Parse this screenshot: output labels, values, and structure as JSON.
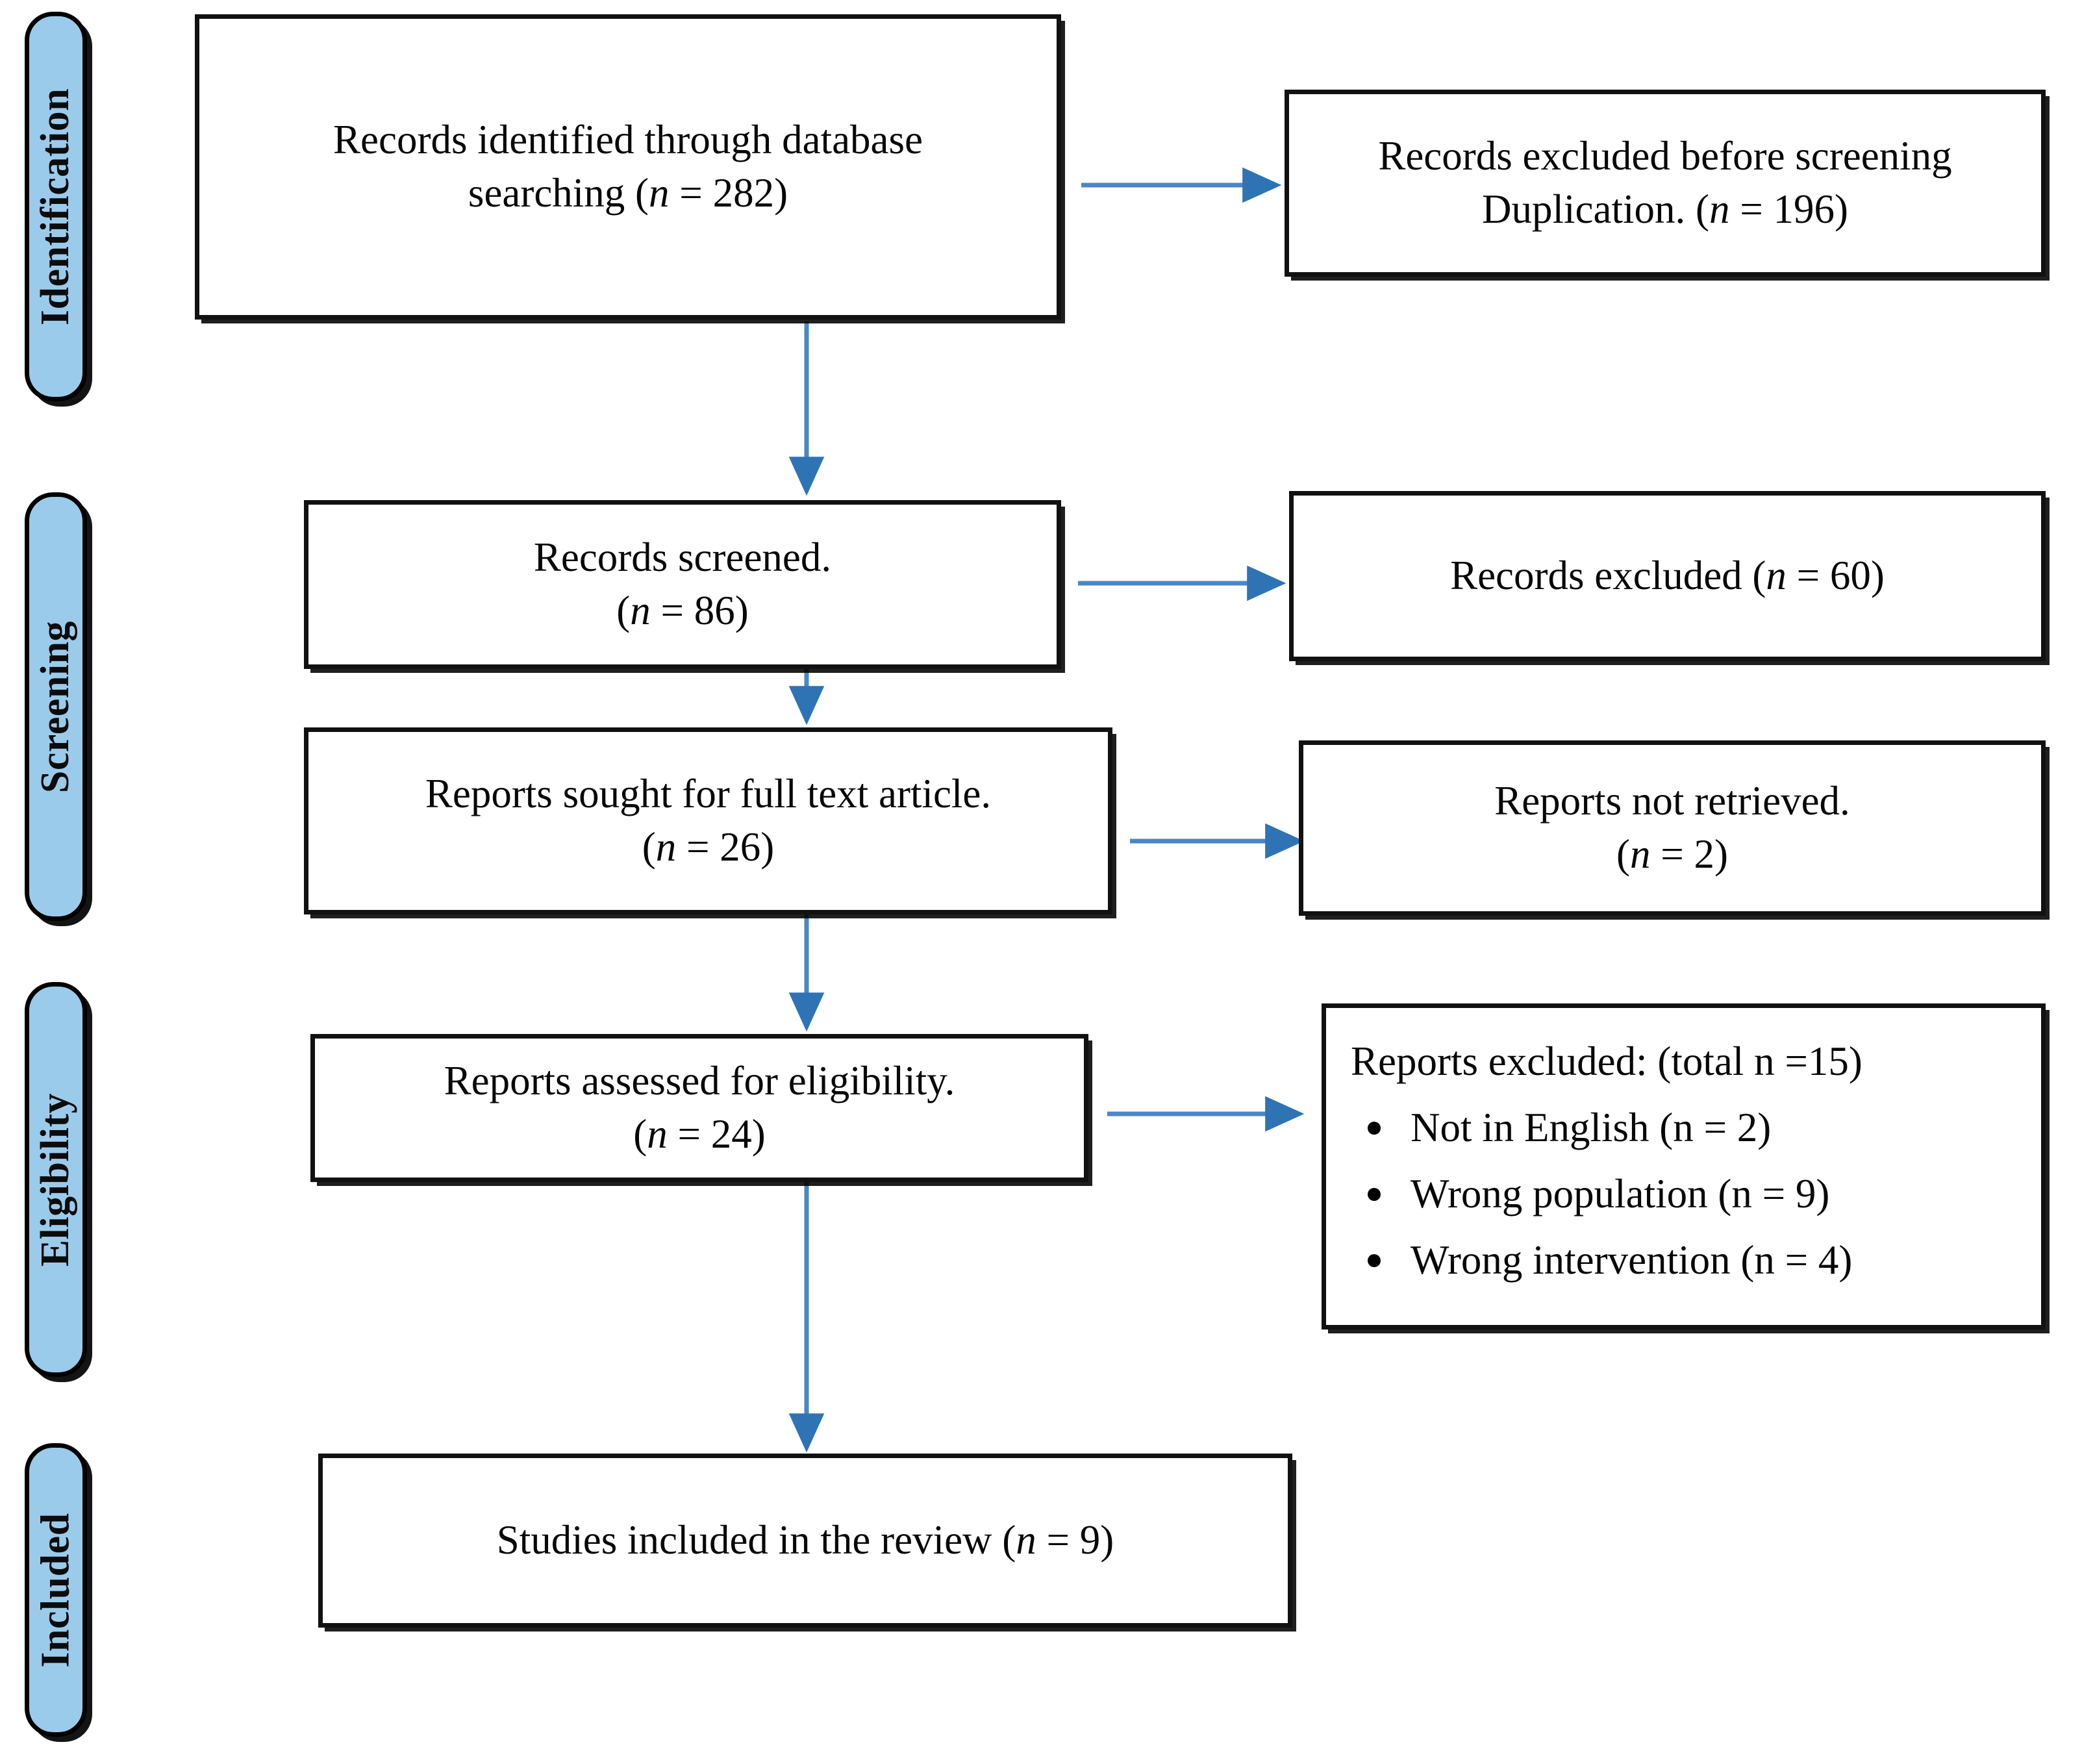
{
  "colors": {
    "stage_pill_fill": "#9BCBEB",
    "stage_pill_border": "#000000",
    "box_border": "#111111",
    "arrow": "#2E74B5",
    "text": "#070707",
    "background": "#FFFFFF"
  },
  "stages": [
    {
      "label": "Identification"
    },
    {
      "label": "Screening"
    },
    {
      "label": "Eligibility"
    },
    {
      "label": "Included"
    }
  ],
  "boxes": {
    "identified": {
      "line1": "Records identified through database",
      "line2_prefix": "searching (",
      "line2_n": "n",
      "line2_suffix": " = 282)"
    },
    "excluded_before_screening": {
      "line1": "Records excluded before screening",
      "line2_prefix": "Duplication. (",
      "line2_n": "n",
      "line2_suffix": " = 196)"
    },
    "screened": {
      "line1": "Records screened.",
      "line2_prefix": "(",
      "line2_n": "n",
      "line2_suffix": " = 86)"
    },
    "records_excluded": {
      "line1_prefix": "Records excluded (",
      "line1_n": "n",
      "line1_suffix": " = 60)"
    },
    "sought_full_text": {
      "line1": "Reports sought for full text article.",
      "line2_prefix": "(",
      "line2_n": "n",
      "line2_suffix": " = 26)"
    },
    "not_retrieved": {
      "line1": "Reports not retrieved.",
      "line2_prefix": "(",
      "line2_n": "n",
      "line2_suffix": " = 2)"
    },
    "assessed_eligibility": {
      "line1": "Reports assessed for eligibility.",
      "line2_prefix": "(",
      "line2_n": "n",
      "line2_suffix": " = 24)"
    },
    "reports_excluded": {
      "heading_prefix": "Reports excluded: (total ",
      "heading_n": "n",
      "heading_suffix": " =15)",
      "items": [
        {
          "prefix": "Not in English (",
          "n": "n",
          "suffix": " = 2)"
        },
        {
          "prefix": "Wrong population (",
          "n": "n",
          "suffix": " = 9)"
        },
        {
          "prefix": "Wrong intervention (",
          "n": "n",
          "suffix": " = 4)"
        }
      ]
    },
    "included_studies": {
      "line1_prefix": "Studies included in the review (",
      "line1_n": "n",
      "line1_suffix": " = 9)"
    }
  },
  "chart_data": {
    "type": "diagram",
    "title": "PRISMA flow diagram",
    "nodes": [
      {
        "id": "identified",
        "stage": "Identification",
        "label": "Records identified through database searching",
        "n": 282
      },
      {
        "id": "excluded_before_screening",
        "stage": "Identification",
        "label": "Records excluded before screening Duplication.",
        "n": 196
      },
      {
        "id": "screened",
        "stage": "Screening",
        "label": "Records screened.",
        "n": 86
      },
      {
        "id": "records_excluded",
        "stage": "Screening",
        "label": "Records excluded",
        "n": 60
      },
      {
        "id": "sought_full_text",
        "stage": "Screening",
        "label": "Reports sought for full text article.",
        "n": 26
      },
      {
        "id": "not_retrieved",
        "stage": "Screening",
        "label": "Reports not retrieved.",
        "n": 2
      },
      {
        "id": "assessed_eligibility",
        "stage": "Eligibility",
        "label": "Reports assessed for eligibility.",
        "n": 24
      },
      {
        "id": "reports_excluded",
        "stage": "Eligibility",
        "label": "Reports excluded: total",
        "n": 15,
        "breakdown": [
          {
            "reason": "Not in English",
            "n": 2
          },
          {
            "reason": "Wrong population",
            "n": 9
          },
          {
            "reason": "Wrong intervention",
            "n": 4
          }
        ]
      },
      {
        "id": "included_studies",
        "stage": "Included",
        "label": "Studies included in the review",
        "n": 9
      }
    ],
    "edges": [
      {
        "from": "identified",
        "to": "excluded_before_screening",
        "direction": "right"
      },
      {
        "from": "identified",
        "to": "screened",
        "direction": "down"
      },
      {
        "from": "screened",
        "to": "records_excluded",
        "direction": "right"
      },
      {
        "from": "screened",
        "to": "sought_full_text",
        "direction": "down"
      },
      {
        "from": "sought_full_text",
        "to": "not_retrieved",
        "direction": "right"
      },
      {
        "from": "sought_full_text",
        "to": "assessed_eligibility",
        "direction": "down"
      },
      {
        "from": "assessed_eligibility",
        "to": "reports_excluded",
        "direction": "right"
      },
      {
        "from": "assessed_eligibility",
        "to": "included_studies",
        "direction": "down"
      }
    ]
  }
}
